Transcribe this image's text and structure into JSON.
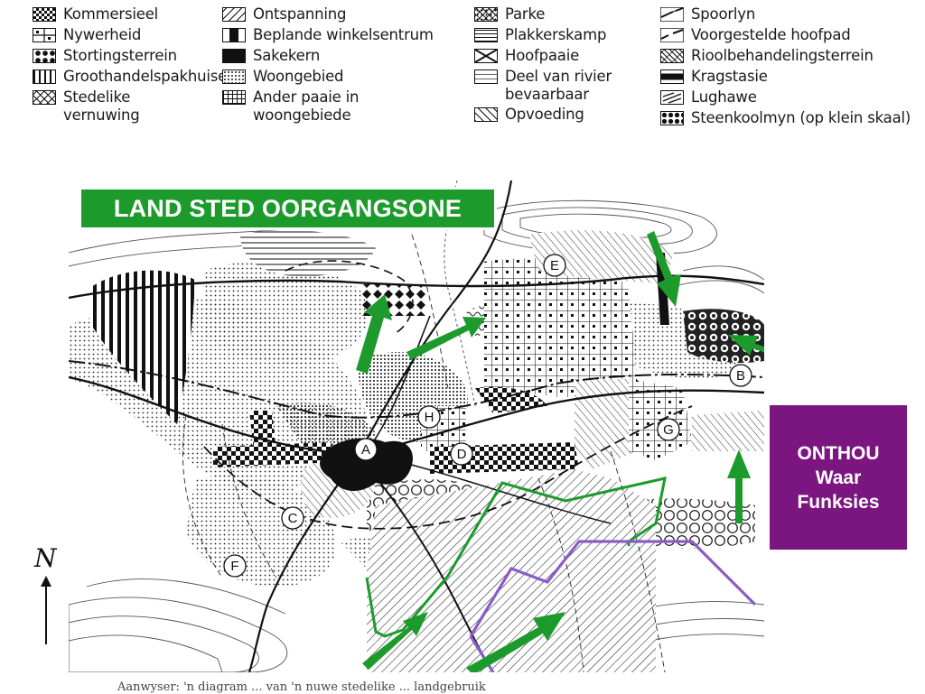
{
  "legend": {
    "col1": [
      {
        "label": "Kommersieel",
        "pattern": "checker"
      },
      {
        "label": "Nywerheid",
        "pattern": "industry"
      },
      {
        "label": "Stortingsterrein",
        "pattern": "diamond"
      },
      {
        "label": "Groothandelspakhuise",
        "pattern": "vlines"
      },
      {
        "label": "Stedelike",
        "label2": "vernuwing",
        "pattern": "cross"
      }
    ],
    "col2": [
      {
        "label": "Ontspanning",
        "pattern": "diag"
      },
      {
        "label": "Beplande winkelsentrum",
        "pattern": "planned"
      },
      {
        "label": "Sakekern",
        "pattern": "solid"
      },
      {
        "label": "Woongebied",
        "pattern": "dots"
      },
      {
        "label": "Ander paaie in",
        "label2": "woongebiede",
        "pattern": "grid"
      }
    ],
    "col3": [
      {
        "label": "Parke",
        "pattern": "park"
      },
      {
        "label": "Plakkerskamp",
        "pattern": "hlines"
      },
      {
        "label": "Hoofpaaie",
        "pattern": "mainroad"
      },
      {
        "label": "Deel van rivier",
        "label2": "bevaarbaar",
        "pattern": "river"
      },
      {
        "label": "Opvoeding",
        "pattern": "edu"
      }
    ],
    "col4": [
      {
        "label": "Spoorlyn",
        "pattern": "rail"
      },
      {
        "label": "Voorgestelde hoofpad",
        "pattern": "proposed"
      },
      {
        "label": "Rioolbehandelingsterrein",
        "pattern": "wavy"
      },
      {
        "label": "Kragstasie",
        "pattern": "power"
      },
      {
        "label": "Lughawe",
        "pattern": "airport"
      },
      {
        "label": "Steenkoolmyn (op klein skaal)",
        "pattern": "coal"
      }
    ]
  },
  "map": {
    "labels": [
      "A",
      "B",
      "C",
      "D",
      "E",
      "F",
      "G",
      "H"
    ]
  },
  "overlays": {
    "land_title": "LAND STED OORGANGSONE",
    "onthou": [
      "ONTHOU",
      "Waar",
      "Funksies"
    ],
    "north": "N"
  },
  "colors": {
    "arrow_green": "#1c9b2c",
    "zone_green": "#1c9b2c",
    "zone_purple": "#8a5cc7",
    "onthou_purple": "#7b1580"
  },
  "caption": "Aanwyser: 'n diagram ... van 'n nuwe stedelike ... landgebruik"
}
